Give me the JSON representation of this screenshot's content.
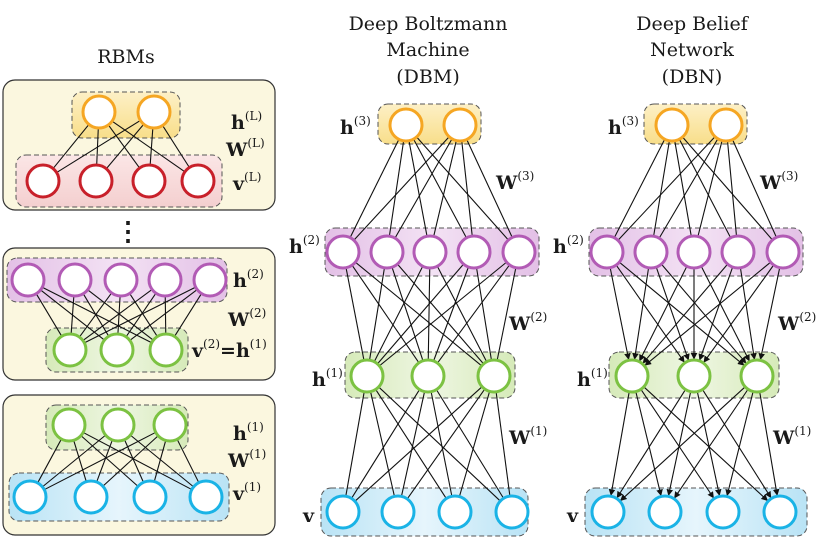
{
  "titles": {
    "rbms": "RBMs",
    "dbm_line1": "Deep Boltzmann",
    "dbm_line2": "Machine",
    "dbm_line3": "(DBM)",
    "dbn_line1": "Deep Belief",
    "dbn_line2": "Network",
    "dbn_line3": "(DBN)"
  },
  "ellipsis": "⋮",
  "labels": {
    "h_letter": "h",
    "w_letter": "W",
    "v_letter": "v",
    "sup_L": "(L)",
    "sup_1": "(1)",
    "sup_2": "(2)",
    "sup_3": "(3)",
    "eq_sign": "="
  },
  "colors": {
    "orange": "#f5a623",
    "red": "#c8202a",
    "purple": "#b25bb5",
    "green": "#7cc242",
    "cyan": "#1ab3e6",
    "panel_bg": "#fbf7df",
    "panel_border": "#333333",
    "edge": "#111111"
  }
}
